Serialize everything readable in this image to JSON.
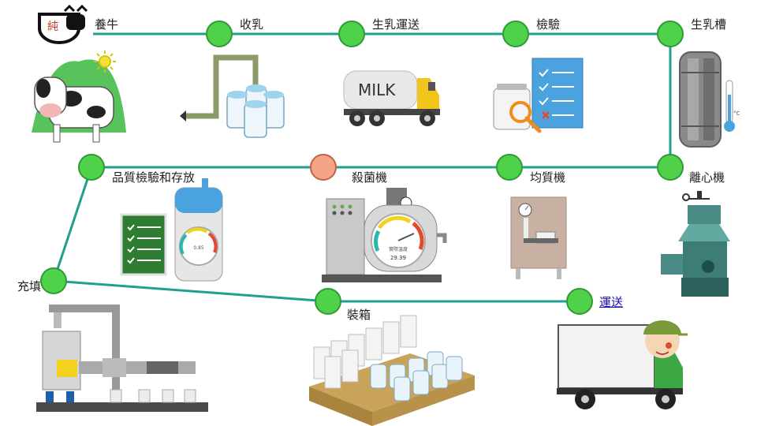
{
  "colors": {
    "line": "#20a090",
    "node_ok": "#4fd14a",
    "node_active": "#f5a585",
    "link": "#1a0dab"
  },
  "steps": [
    {
      "label": "養牛",
      "state": "ok"
    },
    {
      "label": "收乳",
      "state": "ok"
    },
    {
      "label": "生乳運送",
      "state": "ok"
    },
    {
      "label": "檢驗",
      "state": "ok"
    },
    {
      "label": "生乳槽",
      "state": "ok"
    },
    {
      "label": "離心機",
      "state": "ok"
    },
    {
      "label": "均質機",
      "state": "ok"
    },
    {
      "label": "殺菌機",
      "state": "active"
    },
    {
      "label": "品質檢驗和存放",
      "state": "ok"
    },
    {
      "label": "充填",
      "state": "ok"
    },
    {
      "label": "裝箱",
      "state": "ok"
    },
    {
      "label": "運送",
      "state": "ok",
      "link": true
    }
  ],
  "logo_text": "純",
  "truck_text": "MILK",
  "sterilizer_gauge": {
    "label": "實際溫度",
    "value": "29.39"
  },
  "qc_gauge_label": "0.85",
  "thermo_unit": "°C",
  "icons": [
    "cow-logo-icon",
    "cow-icon",
    "sun-icon",
    "milk-pipe-icon",
    "milk-truck-icon",
    "inspection-icon",
    "storage-tank-icon",
    "thermometer-icon",
    "centrifuge-icon",
    "homogenizer-icon",
    "sterilizer-icon",
    "qc-checklist-icon",
    "storage-gauge-icon",
    "filling-machine-icon",
    "milk-boxes-icon",
    "delivery-truck-icon",
    "driver-icon"
  ]
}
